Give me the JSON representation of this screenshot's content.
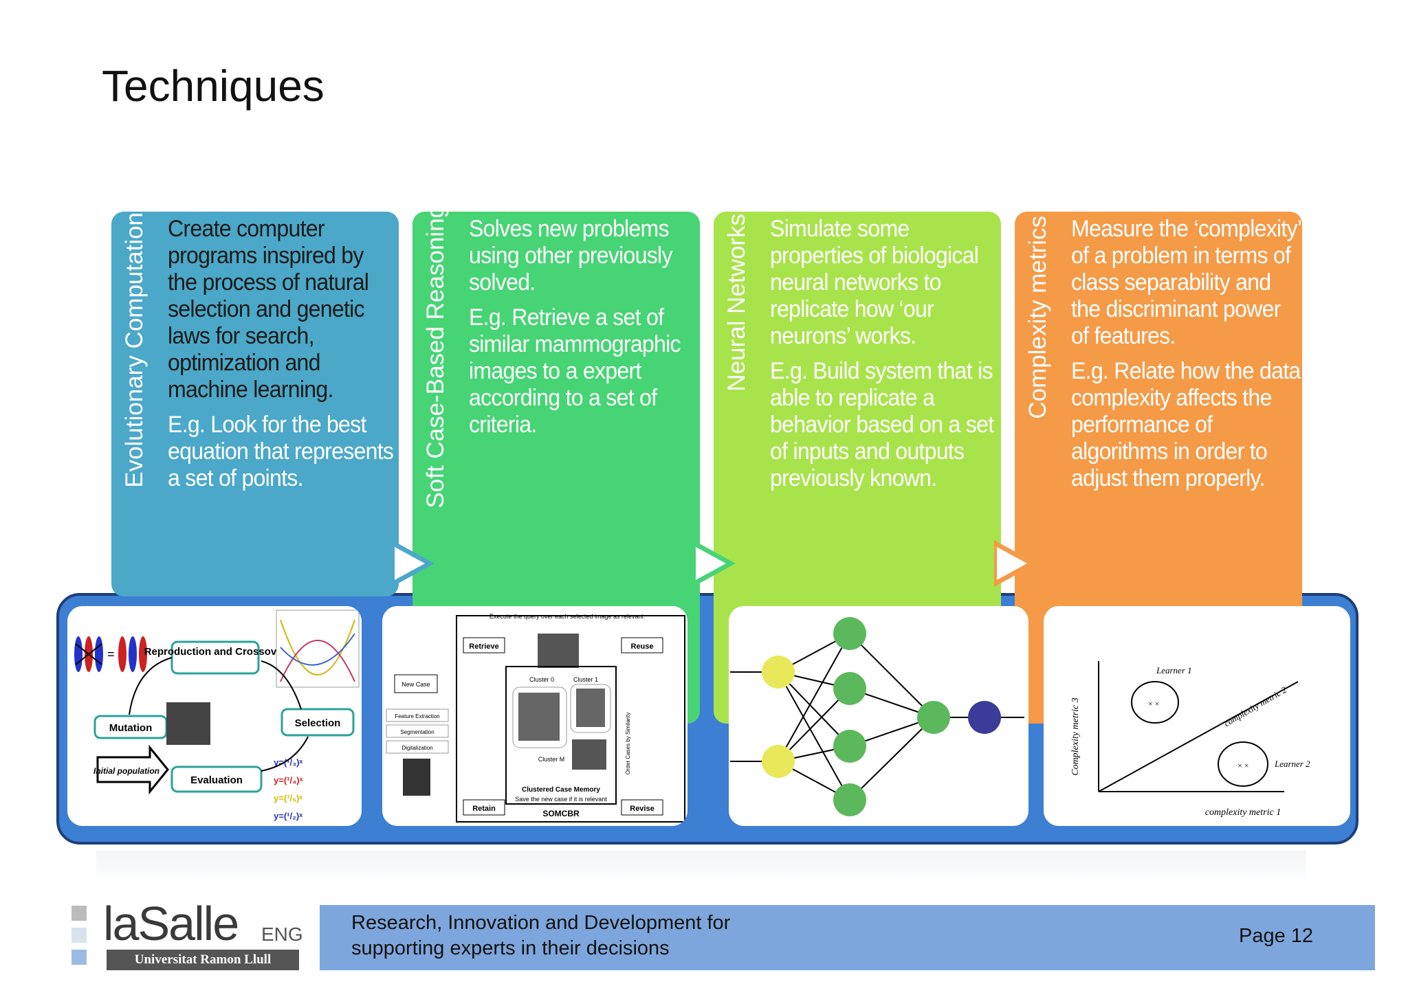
{
  "slide": {
    "title": "Techniques",
    "page": "Page 12"
  },
  "columns": [
    {
      "title": "Evolutionary Computation",
      "color": "#4ba8c8",
      "main": "Create computer programs inspired by the process of natural selection and genetic laws for search, optimization and machine learning.",
      "example": "E.g. Look for the best equation that represents a set of points."
    },
    {
      "title": "Soft Case-Based Reasoning",
      "color": "#47d474",
      "main": "Solves new problems using other previously solved.",
      "example": "E.g. Retrieve a set of similar mammographic images to a expert according to a set of criteria."
    },
    {
      "title": "Neural Networks",
      "color": "#a9e34c",
      "main": "Simulate some properties of biological neural networks to replicate how ‘our neurons’ works.",
      "example": "E.g. Build system that is able to replicate a behavior based on a set of inputs and outputs previously known."
    },
    {
      "title": "Complexity metrics",
      "color": "#f59a47",
      "main": "Measure the ‘complexity’ of a problem in terms of class separability and the discriminant power of features.",
      "example": "E.g. Relate how the data complexity affects the performance of algorithms in order to adjust them properly."
    }
  ],
  "panels": {
    "ga": {
      "reproduction": "Reproduction and Crossover",
      "mutation": "Mutation",
      "selection": "Selection",
      "initial": "Initial population",
      "evaluation": "Evaluation"
    },
    "cbr": {
      "top_note": "Execute the query over each selected image as relevant",
      "retrieve": "Retrieve",
      "reuse": "Reuse",
      "new_case": "New Case",
      "feature": "Feature Extraction",
      "segmentation": "Segmentation",
      "digitalization": "Digitalization",
      "cluster0": "Cluster 0",
      "cluster1": "Cluster 1",
      "clusterM": "Cluster M",
      "order": "Order Cases by Similarity",
      "memory": "Clustered Case Memory",
      "save": "Save the new case if it is relevant",
      "retain": "Retain",
      "revise": "Revise",
      "name": "SOMCBR"
    },
    "cm": {
      "axis_y": "Complexity metric 3",
      "axis_x": "complexity metric 1",
      "axis_d": "complexity metric 2",
      "learner1": "Learner 1",
      "learner2": "Learner 2"
    }
  },
  "footer": {
    "line1": "Research, Innovation and Development for",
    "line2": "supporting experts in their decisions"
  },
  "logo": {
    "name": "laSalle",
    "eng": "ENG",
    "university": "Universitat Ramon Llull"
  },
  "colors": {
    "base": "#3c7fd3",
    "footer": "#7da7dc"
  }
}
